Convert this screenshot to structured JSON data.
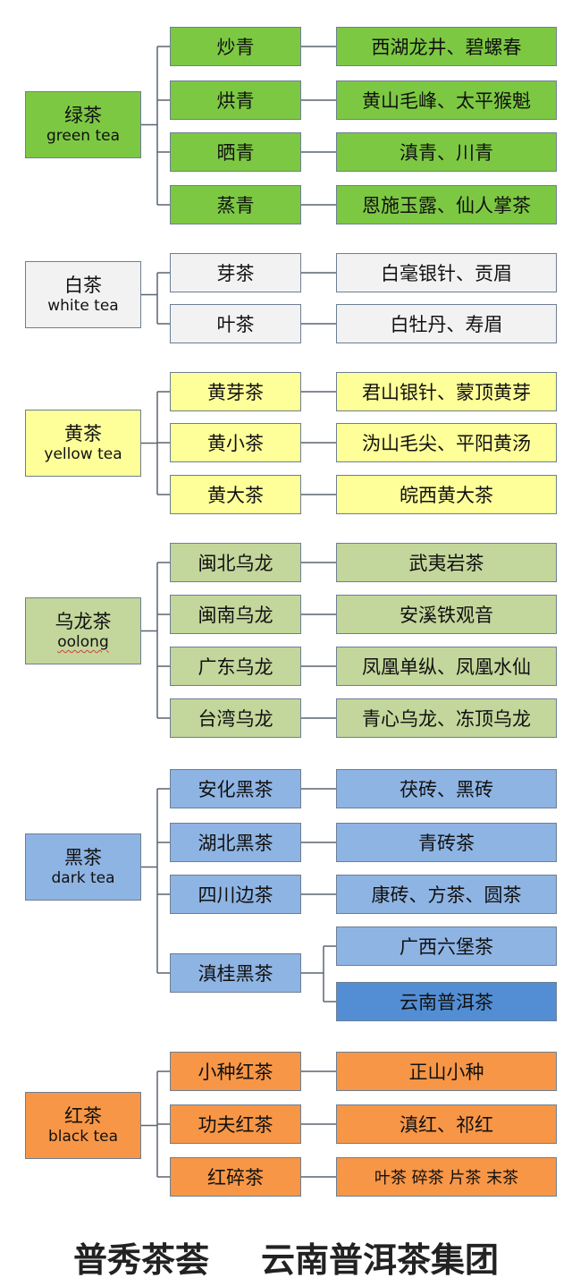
{
  "colors": {
    "green": "#7dc843",
    "white": "#f2f2f2",
    "yellow": "#ffff99",
    "oolong": "#c3d69b",
    "dark": "#8eb4e3",
    "dark_highlight": "#538ed5",
    "black": "#f79646",
    "line": "#5a6470"
  },
  "groups": [
    {
      "id": "green",
      "name_zh": "绿茶",
      "name_en": "green tea",
      "color": "#7dc843",
      "branches": [
        {
          "label": "炒青",
          "examples": [
            "西湖龙井、碧螺春"
          ]
        },
        {
          "label": "烘青",
          "examples": [
            "黄山毛峰、太平猴魁"
          ]
        },
        {
          "label": "晒青",
          "examples": [
            "滇青、川青"
          ]
        },
        {
          "label": "蒸青",
          "examples": [
            "恩施玉露、仙人掌茶"
          ]
        }
      ]
    },
    {
      "id": "white",
      "name_zh": "白茶",
      "name_en": "white tea",
      "color": "#f2f2f2",
      "branches": [
        {
          "label": "芽茶",
          "examples": [
            "白毫银针、贡眉"
          ]
        },
        {
          "label": "叶茶",
          "examples": [
            "白牡丹、寿眉"
          ]
        }
      ]
    },
    {
      "id": "yellow",
      "name_zh": "黄茶",
      "name_en": "yellow tea",
      "color": "#ffff99",
      "branches": [
        {
          "label": "黄芽茶",
          "examples": [
            "君山银针、蒙顶黄芽"
          ]
        },
        {
          "label": "黄小茶",
          "examples": [
            "沩山毛尖、平阳黄汤"
          ]
        },
        {
          "label": "黄大茶",
          "examples": [
            "皖西黄大茶"
          ]
        }
      ]
    },
    {
      "id": "oolong",
      "name_zh": "乌龙茶",
      "name_en": "oolong",
      "color": "#c3d69b",
      "branches": [
        {
          "label": "闽北乌龙",
          "examples": [
            "武夷岩茶"
          ]
        },
        {
          "label": "闽南乌龙",
          "examples": [
            "安溪铁观音"
          ]
        },
        {
          "label": "广东乌龙",
          "examples": [
            "凤凰单纵、凤凰水仙"
          ]
        },
        {
          "label": "台湾乌龙",
          "examples": [
            "青心乌龙、冻顶乌龙"
          ]
        }
      ]
    },
    {
      "id": "dark",
      "name_zh": "黑茶",
      "name_en": "dark tea",
      "color": "#8eb4e3",
      "branches": [
        {
          "label": "安化黑茶",
          "examples": [
            "茯砖、黑砖"
          ]
        },
        {
          "label": "湖北黑茶",
          "examples": [
            "青砖茶"
          ]
        },
        {
          "label": "四川边茶",
          "examples": [
            "康砖、方茶、圆茶"
          ]
        },
        {
          "label": "滇桂黑茶",
          "examples": [
            "广西六堡茶",
            "云南普洱茶"
          ]
        }
      ]
    },
    {
      "id": "black",
      "name_zh": "红茶",
      "name_en": "black tea",
      "color": "#f79646",
      "branches": [
        {
          "label": "小种红茶",
          "examples": [
            "正山小种"
          ]
        },
        {
          "label": "功夫红茶",
          "examples": [
            "滇红、祁红"
          ]
        },
        {
          "label": "红碎茶",
          "examples": [
            "叶茶  碎茶  片茶  末茶"
          ]
        }
      ]
    }
  ],
  "footer": {
    "left": "普秀茶荟",
    "right": "云南普洱茶集团"
  }
}
